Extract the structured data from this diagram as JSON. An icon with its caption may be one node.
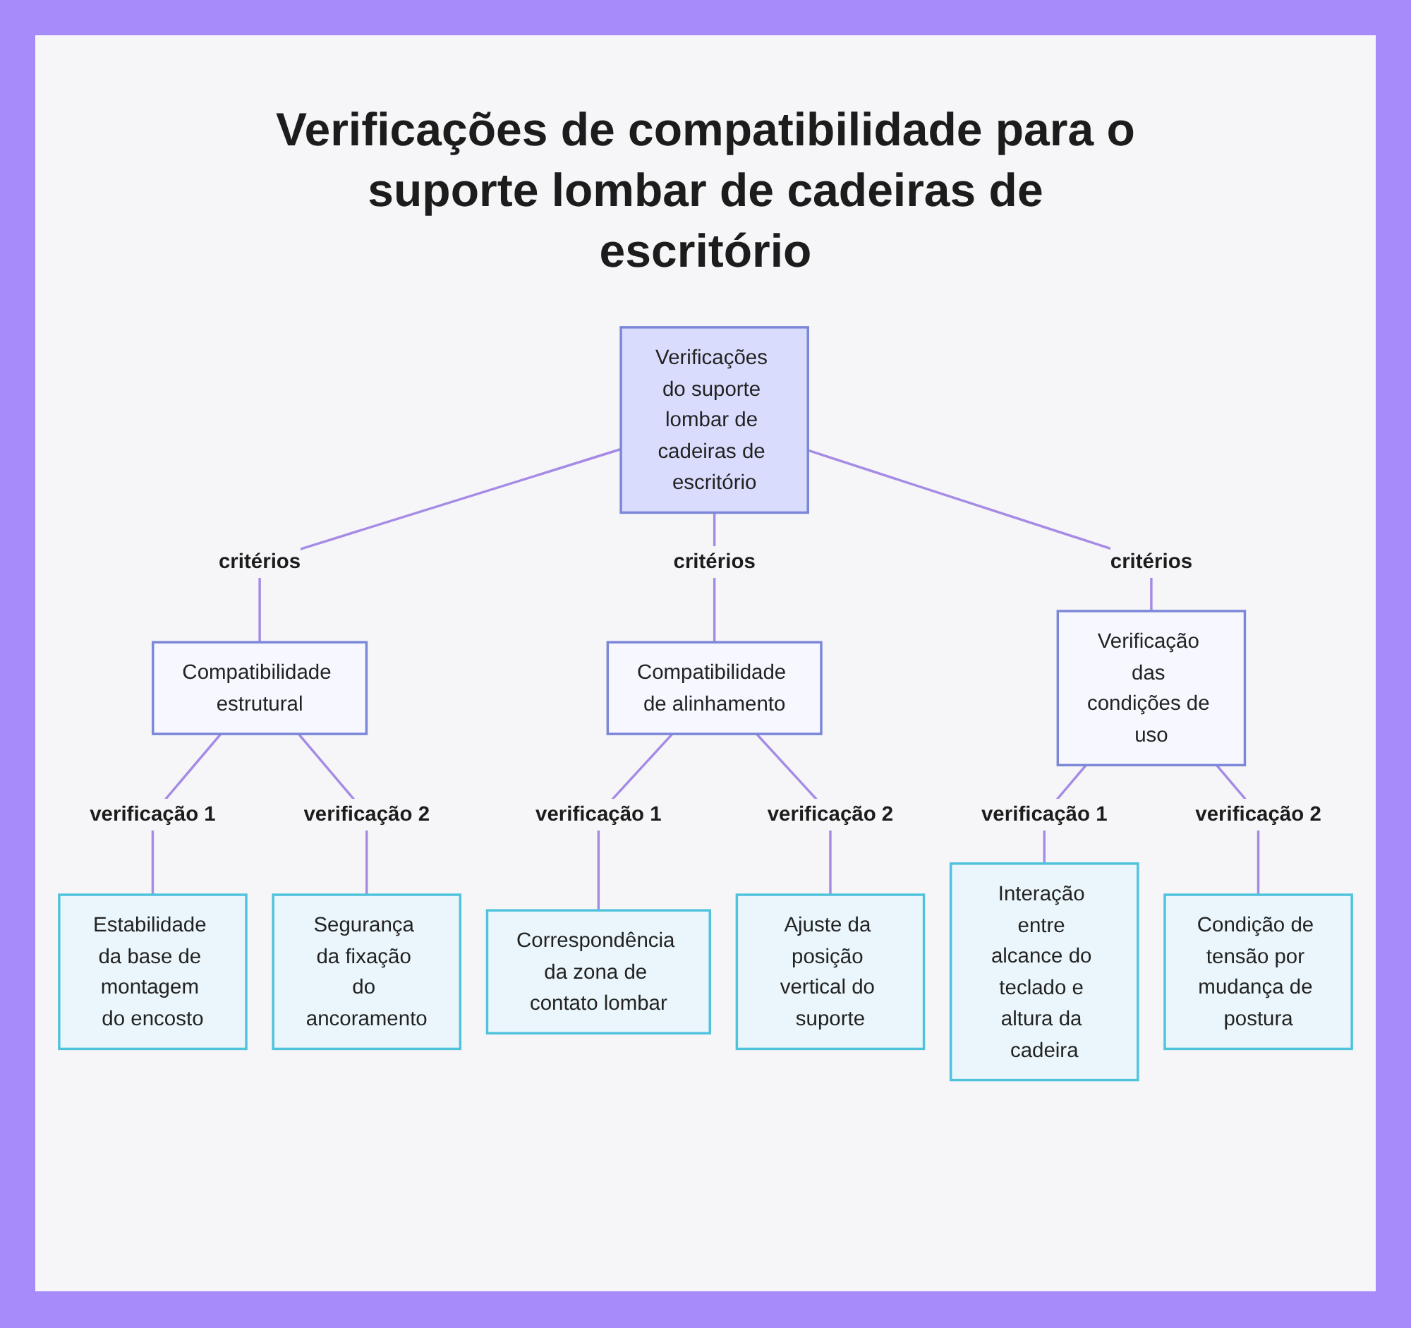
{
  "diagram": {
    "title": "Verificações de compatibilidade para o suporte lombar de cadeiras de escritório",
    "nodes": [
      {
        "text": [
          "Verificações do suporte lombar de cadeiras de escritório"
        ]
      },
      {
        "text": [
          "Compatibilidade estrutural"
        ]
      },
      {
        "text": [
          "Compatibilidade de alinhamento"
        ]
      },
      {
        "text": [
          "Verificação das condições de uso"
        ]
      },
      {
        "text": [
          "Estabilidade da base de montagem do encosto"
        ]
      },
      {
        "text": [
          "Segurança da fixação do ancoramento"
        ]
      },
      {
        "text": [
          "Correspondência da zona de contato lombar"
        ]
      },
      {
        "text": [
          "Ajuste da posição vertical do suporte"
        ]
      },
      {
        "text": [
          "Interação entre alcance do teclado e altura da cadeira"
        ]
      },
      {
        "text": [
          "Condição de tensão por mudança de postura"
        ]
      }
    ],
    "edges": [
      {
        "from": 0,
        "to": 1,
        "arrow": "none",
        "label": "critérios"
      },
      {
        "from": 0,
        "to": 2,
        "arrow": "none",
        "label": "critérios"
      },
      {
        "from": 0,
        "to": 3,
        "arrow": "none",
        "label": "critérios"
      },
      {
        "from": 1,
        "to": 4,
        "arrow": "none",
        "label": "verificação 1"
      },
      {
        "from": 1,
        "to": 5,
        "arrow": "none",
        "label": "verificação 2"
      },
      {
        "from": 2,
        "to": 6,
        "arrow": "none",
        "label": "verificação 1"
      },
      {
        "from": 2,
        "to": 7,
        "arrow": "none",
        "label": "verificação 2"
      },
      {
        "from": 3,
        "to": 8,
        "arrow": "none",
        "label": "verificação 1"
      },
      {
        "from": 3,
        "to": 9,
        "arrow": "none",
        "label": "verificação 2"
      }
    ]
  }
}
